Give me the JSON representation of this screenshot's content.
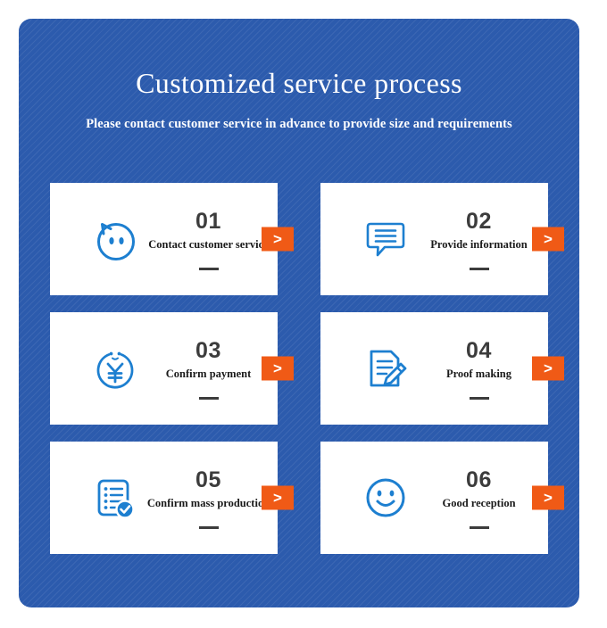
{
  "panel": {
    "title": "Customized service process",
    "subtitle": "Please contact customer service in advance to provide size and requirements",
    "background_color": "#2c5bad",
    "card_background_color": "#ffffff",
    "accent_color": "#f05a16",
    "icon_color": "#1d7fd0",
    "number_color": "#3c3c3c"
  },
  "cards": [
    {
      "number": "01",
      "label": "Contact customer service",
      "icon": "customer-service-face-icon",
      "arrow_label": ">"
    },
    {
      "number": "02",
      "label": "Provide information",
      "icon": "speech-bubble-lines-icon",
      "arrow_label": ">"
    },
    {
      "number": "03",
      "label": "Confirm payment",
      "icon": "yuan-coin-face-icon",
      "arrow_label": ">"
    },
    {
      "number": "04",
      "label": "Proof making",
      "icon": "document-pencil-icon",
      "arrow_label": ">"
    },
    {
      "number": "05",
      "label": "Confirm mass production",
      "icon": "checklist-check-badge-icon",
      "arrow_label": ">"
    },
    {
      "number": "06",
      "label": "Good reception",
      "icon": "smiley-face-icon",
      "arrow_label": ">"
    }
  ]
}
